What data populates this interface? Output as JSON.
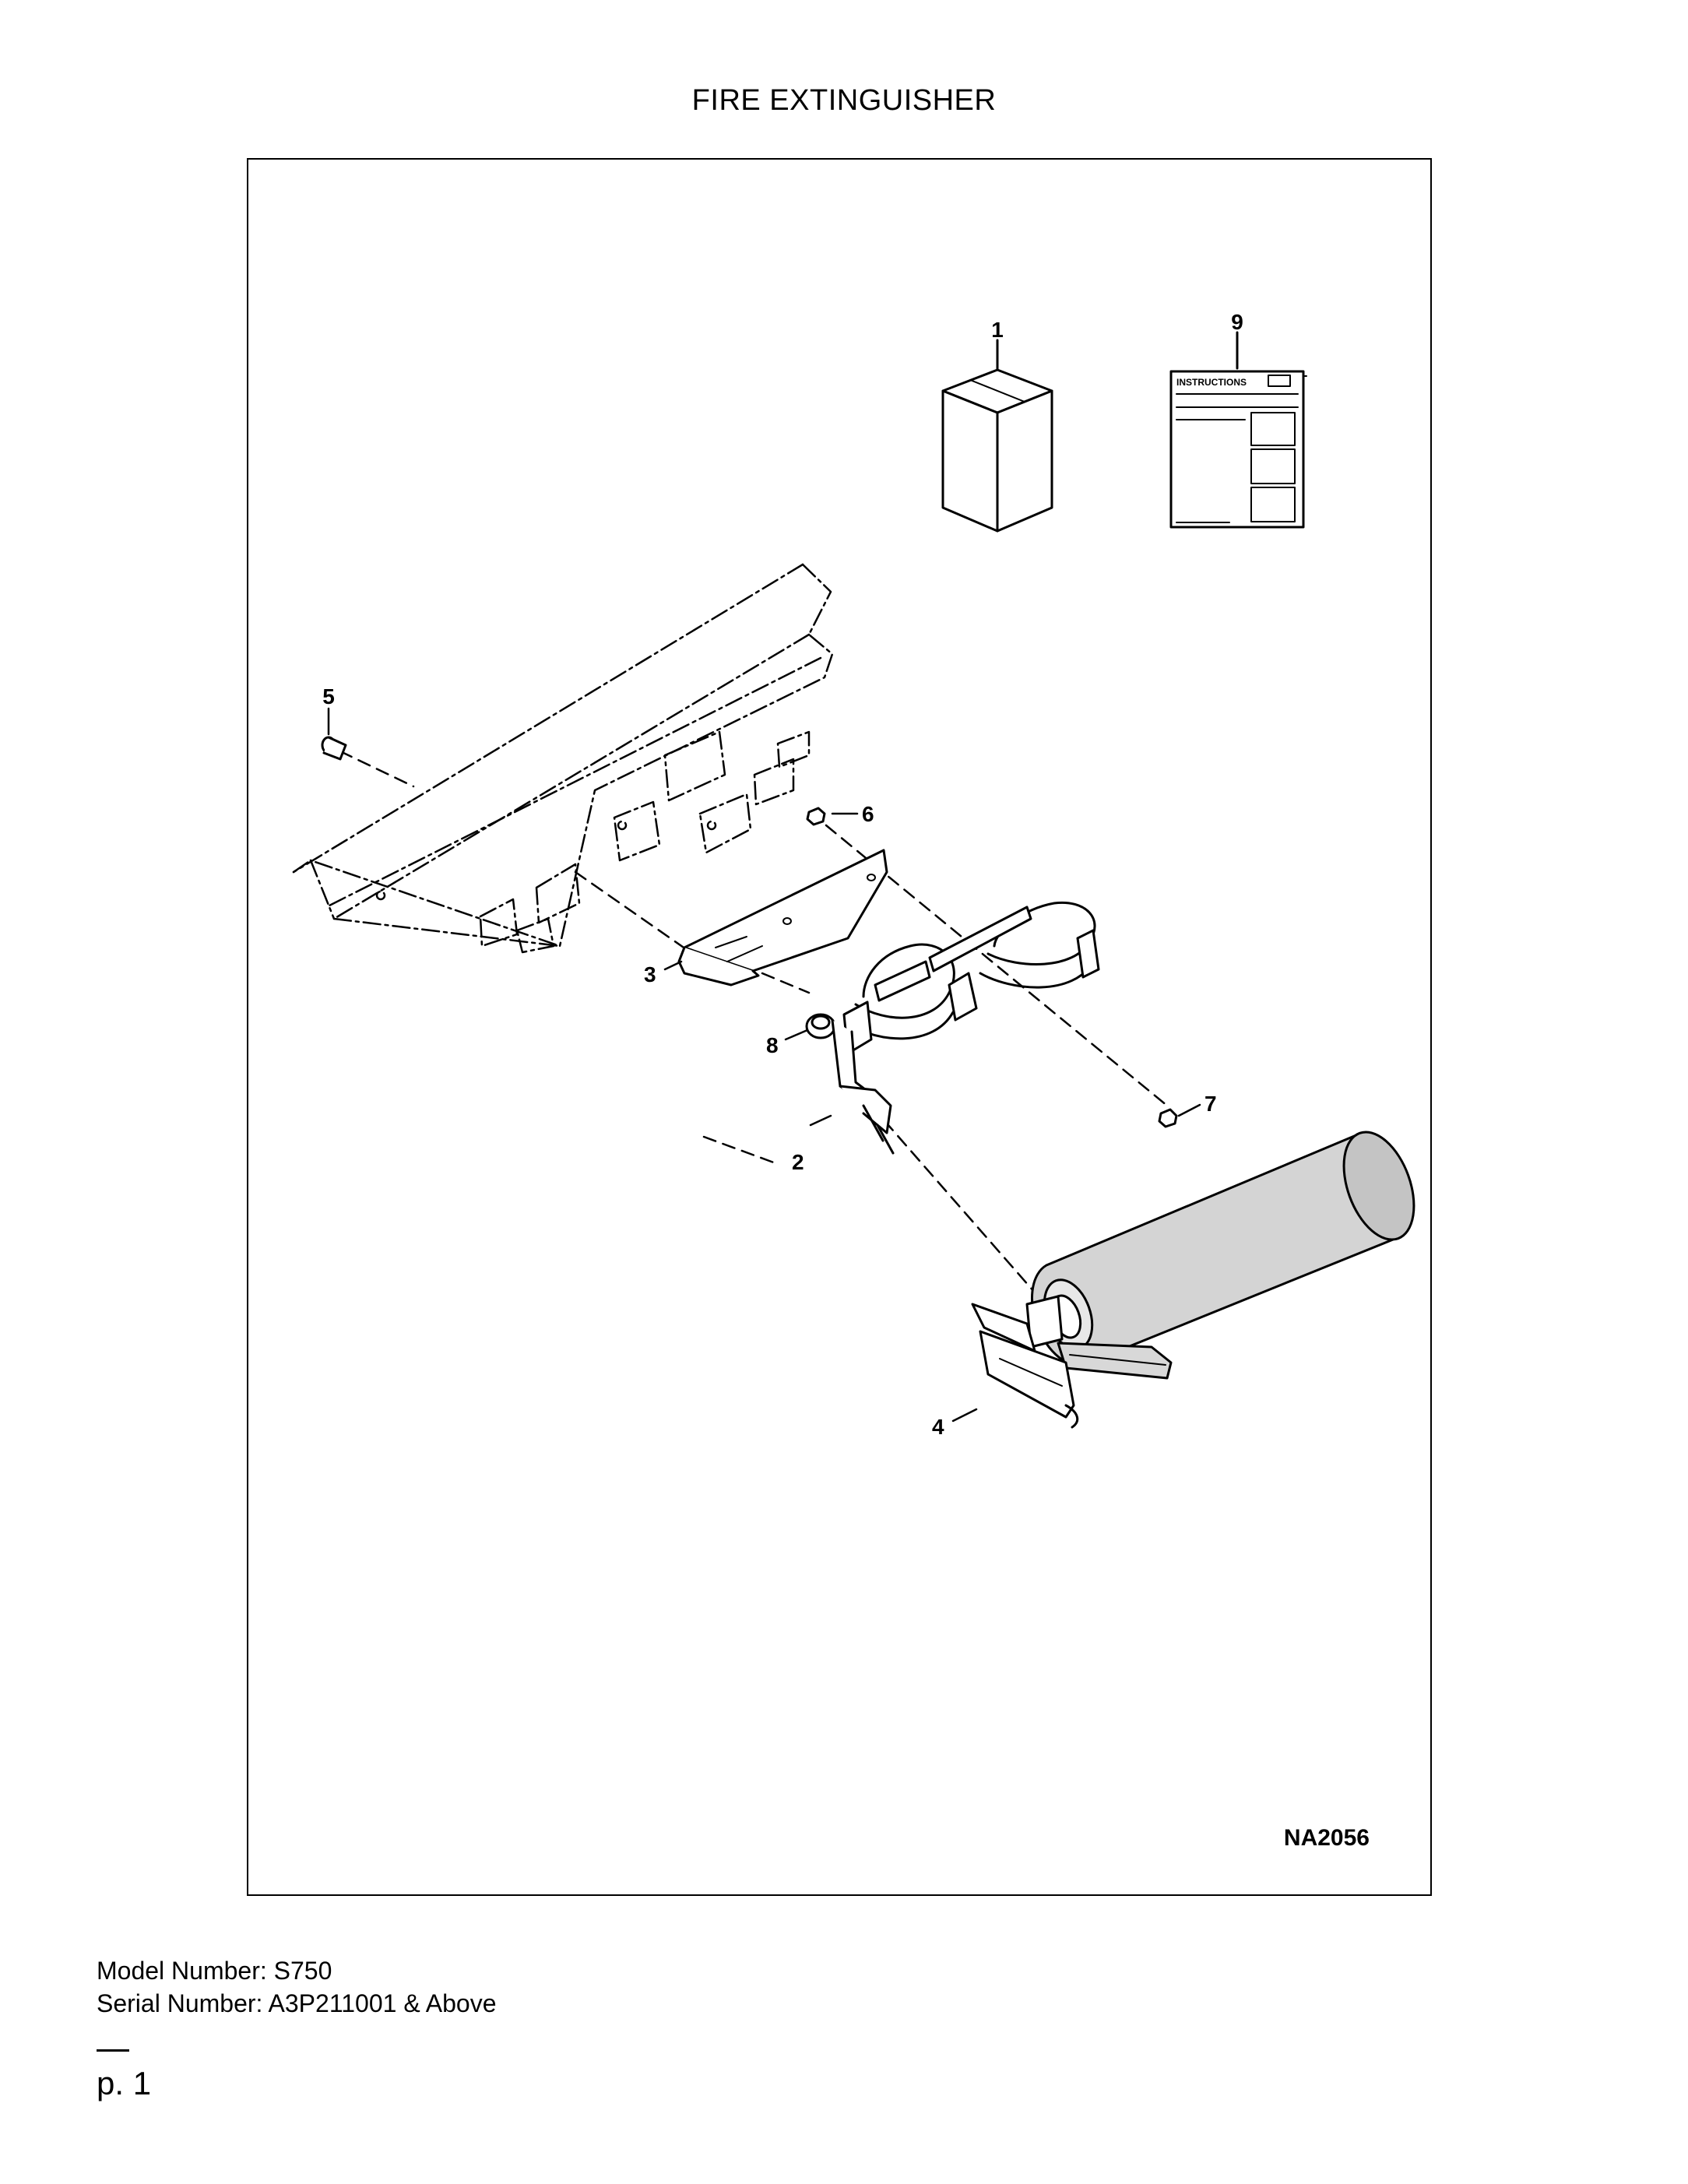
{
  "document": {
    "title": "FIRE EXTINGUISHER",
    "figure_id": "NA2056",
    "instructions_label": "INSTRUCTIONS",
    "callouts": {
      "c1": "1",
      "c2": "2",
      "c3": "3",
      "c4": "4",
      "c5": "5",
      "c6": "6",
      "c7": "7",
      "c8": "8",
      "c9": "9"
    },
    "model_line": "Model Number: S750",
    "serial_line": "Serial Number: A3P211001 & Above",
    "page_label": "p. 1"
  }
}
